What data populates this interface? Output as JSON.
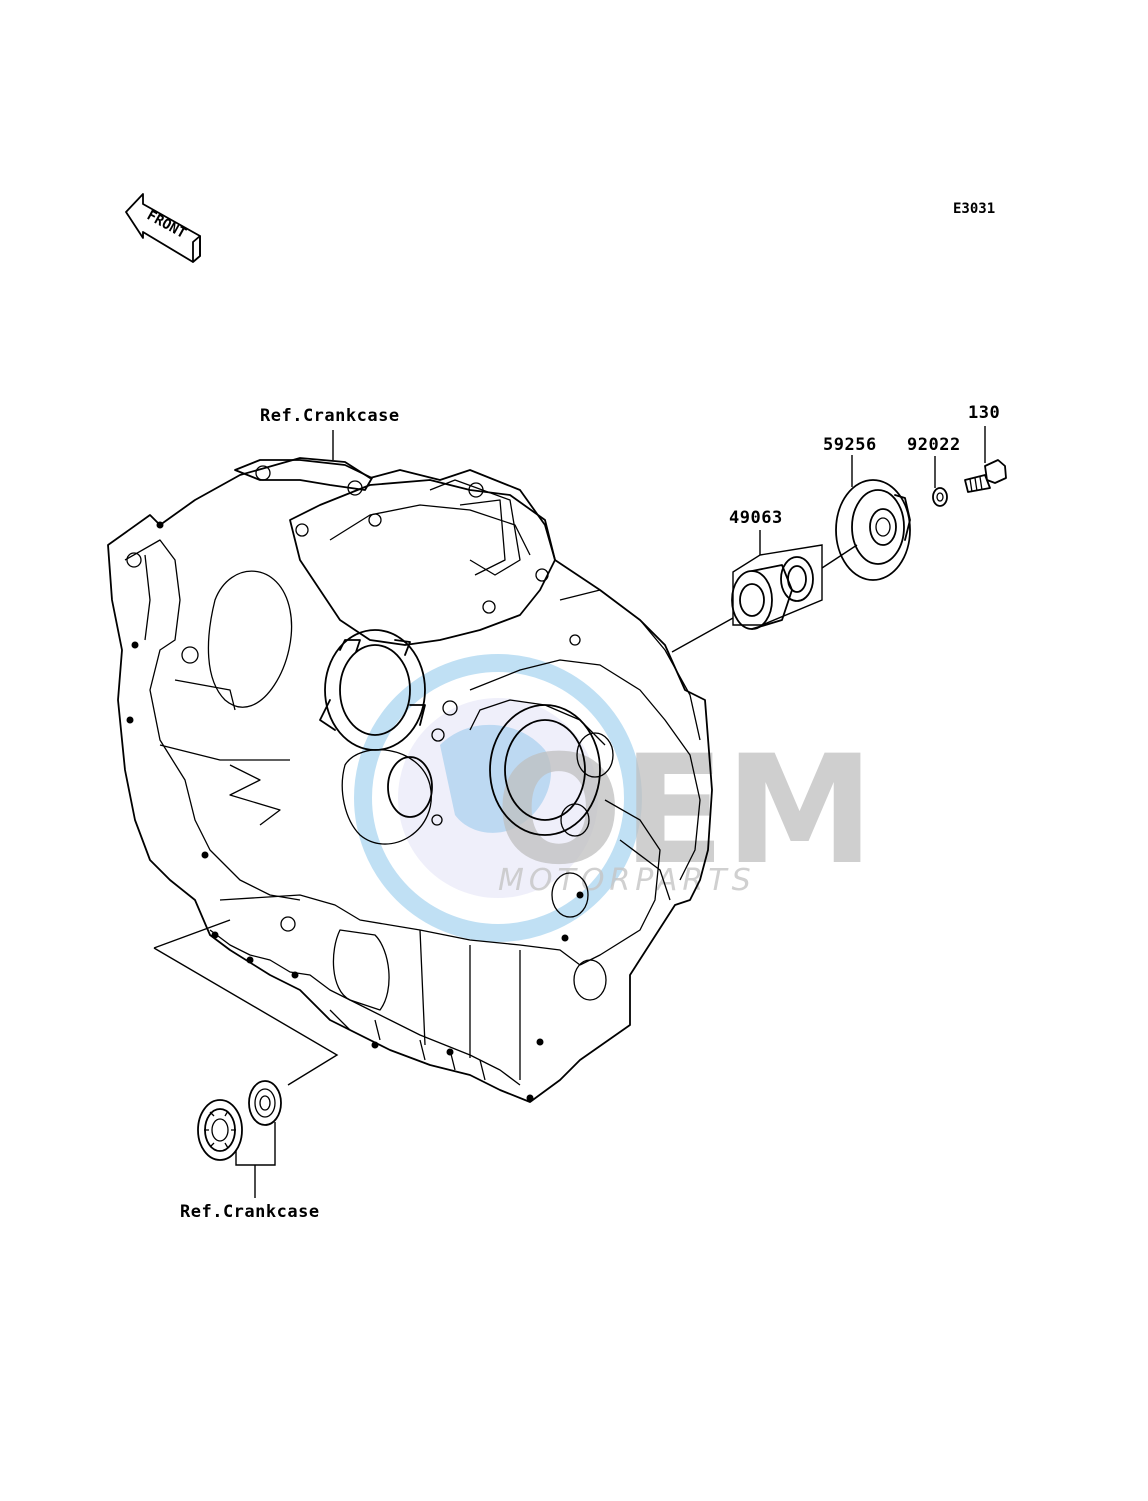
{
  "diagram": {
    "code": "E3031",
    "front_label": "FRONT",
    "parts": [
      {
        "ref": "130"
      },
      {
        "ref": "59256"
      },
      {
        "ref": "92022"
      },
      {
        "ref": "49063"
      }
    ],
    "ref_labels": {
      "top": "Ref.Crankcase",
      "bottom": "Ref.Crankcase"
    },
    "watermark": {
      "brand": "OEM",
      "sub": "MOTORPARTS",
      "colors": {
        "blue": "#4aa7e0",
        "grey": "#b8b8b8"
      }
    }
  }
}
